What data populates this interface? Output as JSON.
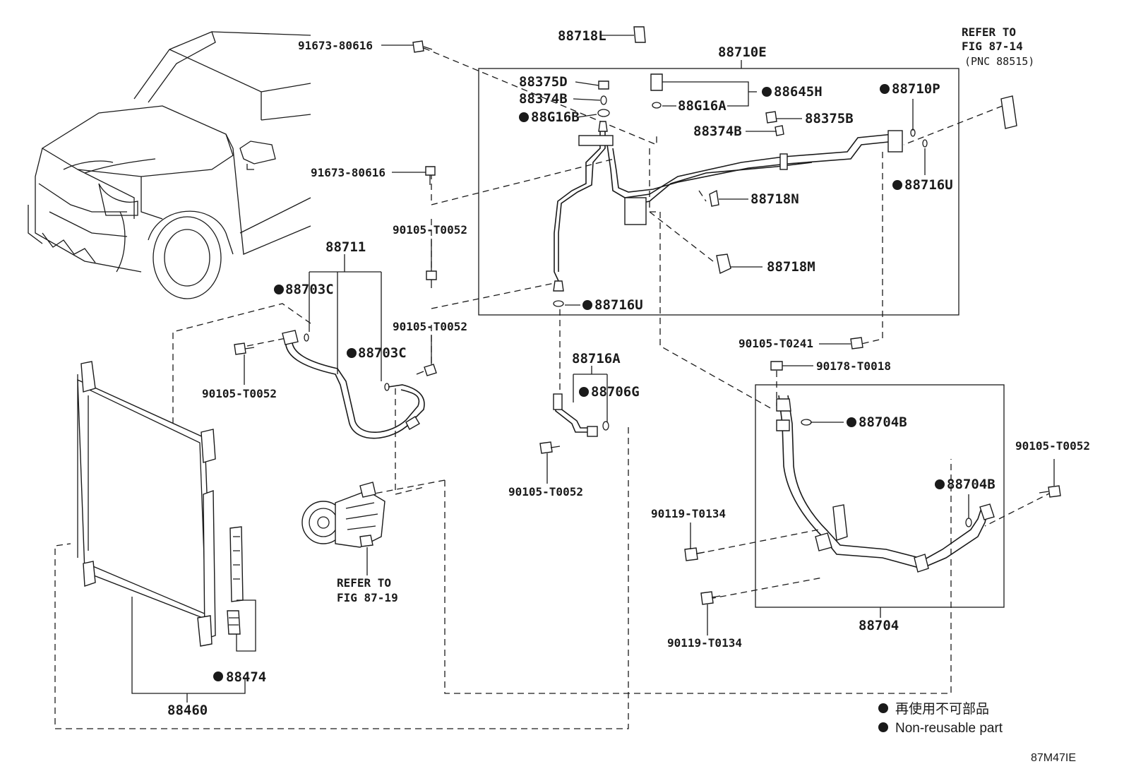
{
  "diagram": {
    "callouts": {
      "c88718L": "88718L",
      "c91673a": "91673-80616",
      "c91673b": "91673-80616",
      "c88710E": "88710E",
      "c88375D": "88375D",
      "c88374B_1": "88374B",
      "c88G16B": "88G16B",
      "c88645H": "88645H",
      "c88G16A": "88G16A",
      "c88375B": "88375B",
      "c88374B_2": "88374B",
      "c88710P": "88710P",
      "c88716U_1": "88716U",
      "c88718N": "88718N",
      "c88718M": "88718M",
      "c88716U_2": "88716U",
      "c88711": "88711",
      "c88703C_1": "88703C",
      "c88703C_2": "88703C",
      "c90105_T0052_1": "90105-T0052",
      "c90105_T0052_2": "90105-T0052",
      "c90105_T0052_3": "90105-T0052",
      "c90105_T0052_4": "90105-T0052",
      "c90105_T0052_5": "90105-T0052",
      "c88716A": "88716A",
      "c88706G": "88706G",
      "c90105_T0241": "90105-T0241",
      "c90178_T0018": "90178-T0018",
      "c88704B_1": "88704B",
      "c88704B_2": "88704B",
      "c90119_T0134_1": "90119-T0134",
      "c90119_T0134_2": "90119-T0134",
      "c88704": "88704",
      "c88474": "88474",
      "c88460": "88460"
    },
    "refer_top": [
      "REFER TO",
      "FIG 87-14",
      "(PNC 88515)"
    ],
    "refer_bottom": [
      "REFER TO",
      "FIG 87-19"
    ],
    "legend": {
      "line1": "再使用不可部品",
      "line2": "Non-reusable part"
    },
    "figure_code": "87M47IE"
  }
}
